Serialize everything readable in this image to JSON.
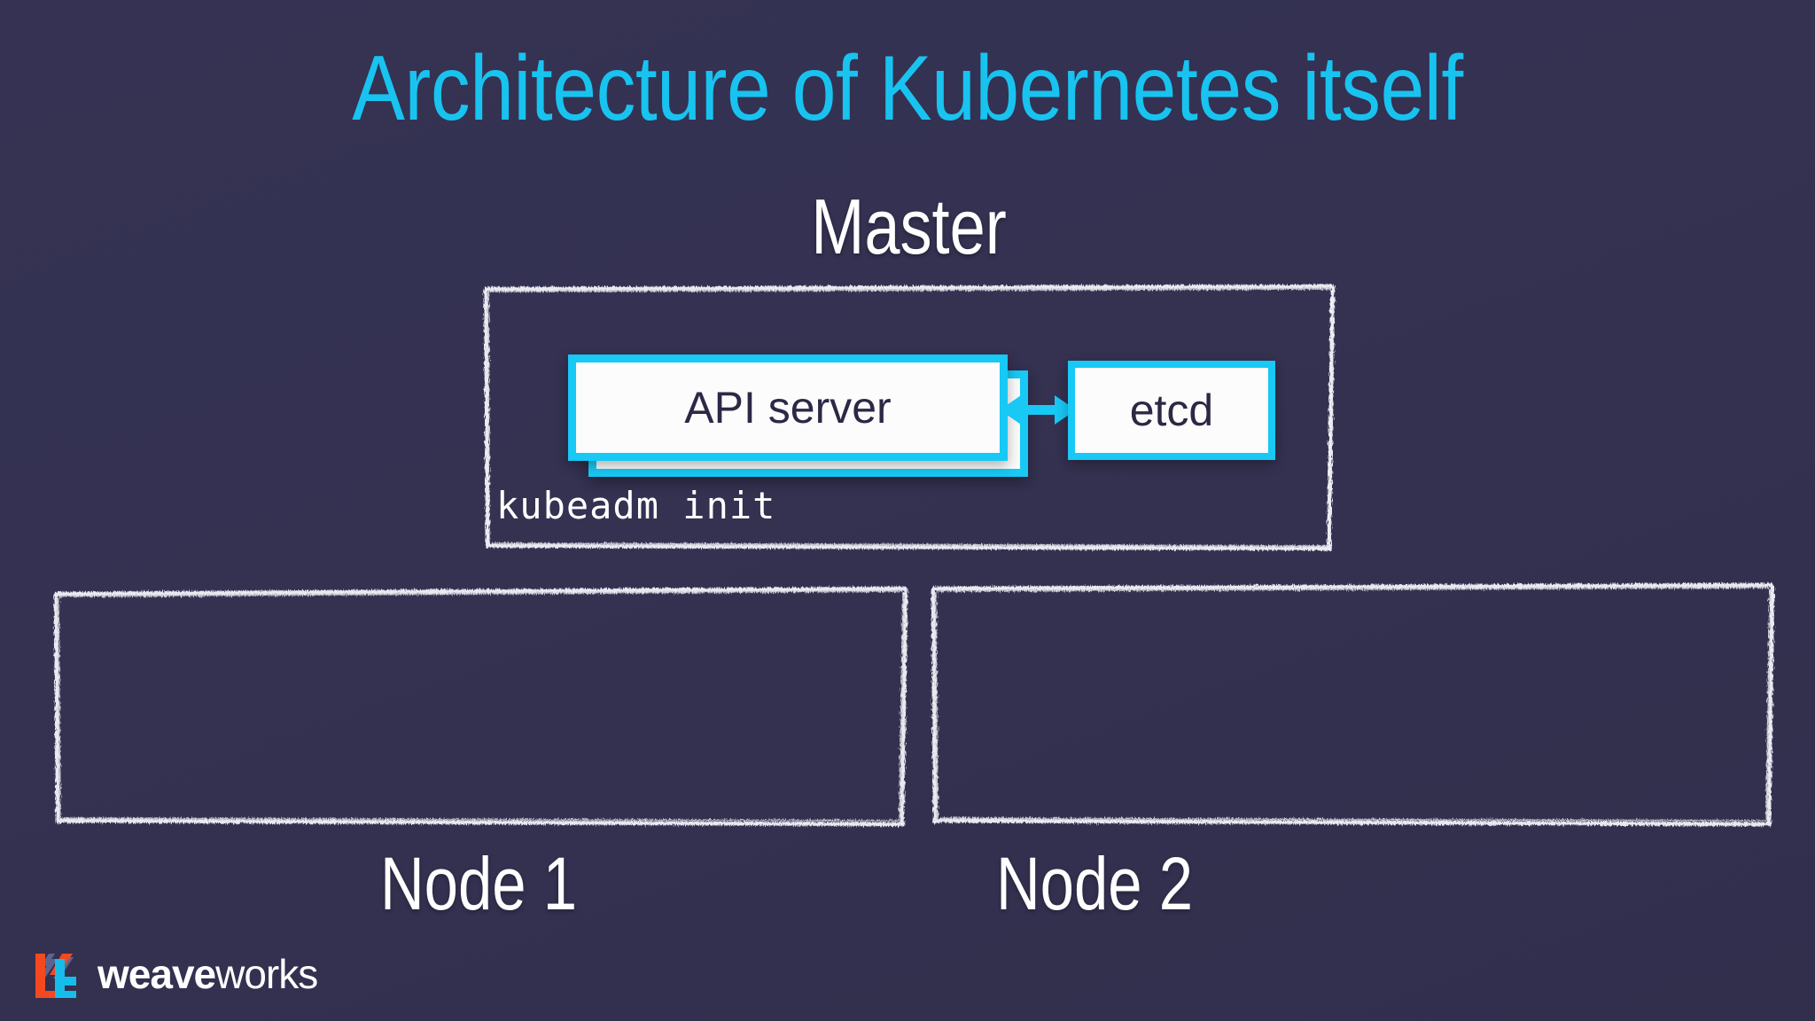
{
  "slide": {
    "title": "Architecture of Kubernetes itself",
    "background_color": "#343151",
    "accent_color": "#18c3f0"
  },
  "master": {
    "label": "Master",
    "command": "kubeadm init",
    "components": {
      "api_server": "API server",
      "etcd": "etcd"
    },
    "connector": "bidirectional-arrow",
    "box_border_color": "#e8e8ef",
    "component_border_color": "#18c8f5",
    "component_text_color": "#2b2945"
  },
  "nodes": [
    {
      "label": "Node 1"
    },
    {
      "label": "Node 2"
    }
  ],
  "footer": {
    "logo": {
      "word_bold": "weave",
      "word_light": "works",
      "mark_colors": {
        "orange": "#f4491f",
        "cyan": "#16bdea",
        "slate": "#5c6590"
      }
    }
  }
}
